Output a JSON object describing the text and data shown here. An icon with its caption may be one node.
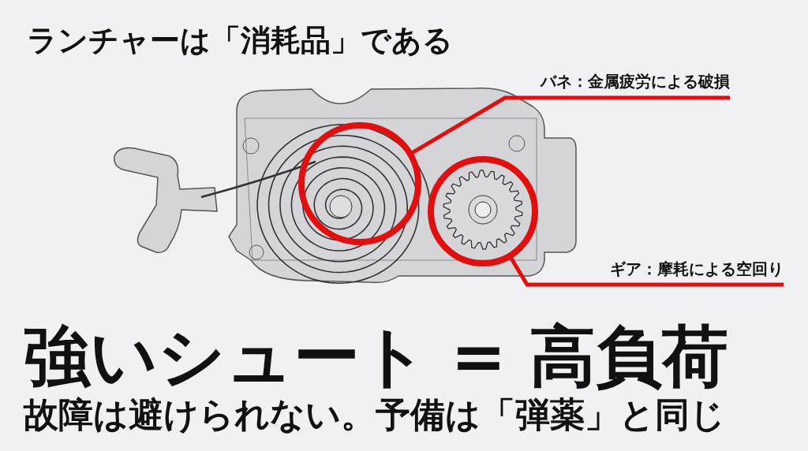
{
  "diagram": {
    "title": "ランチャーは「消耗品」である",
    "nodes": [
      {
        "text": [
          "バネ：金属疲労による破損"
        ]
      },
      {
        "text": [],
        "shape": "circle"
      },
      {
        "text": [
          "ギア：摩耗による空回り"
        ]
      },
      {
        "text": [],
        "shape": "circle"
      }
    ],
    "edges": [
      {
        "from": 0,
        "to": 1,
        "arrow": "none"
      },
      {
        "from": 2,
        "to": 3,
        "arrow": "none"
      }
    ],
    "labels": [
      "強いシュート = 高負荷",
      "故障は避けられない。予備は「弾薬」と同じ"
    ]
  }
}
